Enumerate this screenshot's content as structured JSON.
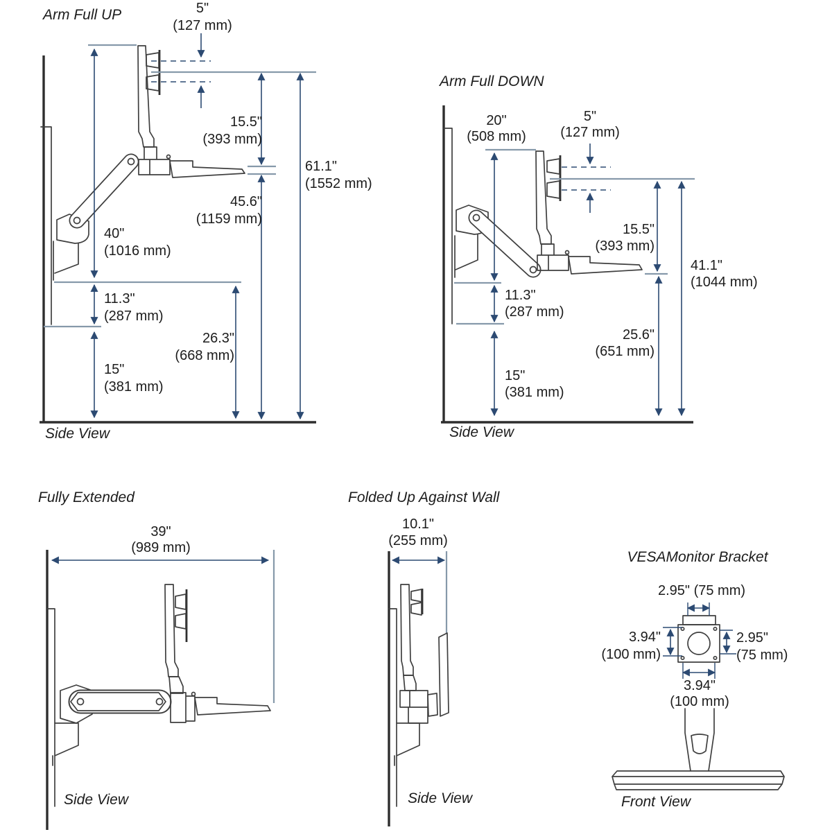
{
  "document_type": "wall-mount sit-stand workstation dimensional drawing",
  "colors": {
    "dimension_line": "#2c4a72",
    "reference_line": "#8699aa",
    "line_art": "#3f3f3f",
    "text": "#1c1c1c",
    "background": "#ffffff"
  },
  "views": [
    {
      "id": "arm-full-up",
      "title": "Arm Full UP",
      "caption": "Side View",
      "dims": {
        "five": "5\"",
        "five_mm": "(127 mm)",
        "h15_5": "15.5\"",
        "h15_5_mm": "(393 mm)",
        "h61_1": "61.1\"",
        "h61_1_mm": "(1552 mm)",
        "h45_6": "45.6\"",
        "h45_6_mm": "(1159 mm)",
        "h40": "40\"",
        "h40_mm": "(1016 mm)",
        "h11_3": "11.3\"",
        "h11_3_mm": "(287 mm)",
        "h26_3": "26.3\"",
        "h26_3_mm": "(668 mm)",
        "h15": "15\"",
        "h15_mm": "(381 mm)"
      }
    },
    {
      "id": "arm-full-down",
      "title": "Arm Full DOWN",
      "caption": "Side View",
      "dims": {
        "h20": "20\"",
        "h20_mm": "(508 mm)",
        "five": "5\"",
        "five_mm": "(127 mm)",
        "h15_5": "15.5\"",
        "h15_5_mm": "(393 mm)",
        "h41_1": "41.1\"",
        "h41_1_mm": "(1044 mm)",
        "h25_6": "25.6\"",
        "h25_6_mm": "(651 mm)",
        "h11_3": "11.3\"",
        "h11_3_mm": "(287 mm)",
        "h15": "15\"",
        "h15_mm": "(381 mm)"
      }
    },
    {
      "id": "fully-extended",
      "title": "Fully Extended",
      "caption": "Side View",
      "dims": {
        "w39": "39\"",
        "w39_mm": "(989 mm)"
      }
    },
    {
      "id": "folded-up",
      "title": "Folded Up Against Wall",
      "caption": "Side View",
      "dims": {
        "w10_1": "10.1\"",
        "w10_1_mm": "(255 mm)"
      }
    },
    {
      "id": "vesa-bracket",
      "title": "VESAMonitor Bracket",
      "caption": "Front View",
      "dims": {
        "top": "2.95\" (75 mm)",
        "left": "3.94\"",
        "left_mm": "(100 mm)",
        "right": "2.95\"",
        "right_mm": "(75 mm)",
        "bottom": "3.94\"",
        "bottom_mm": "(100 mm)"
      }
    }
  ]
}
